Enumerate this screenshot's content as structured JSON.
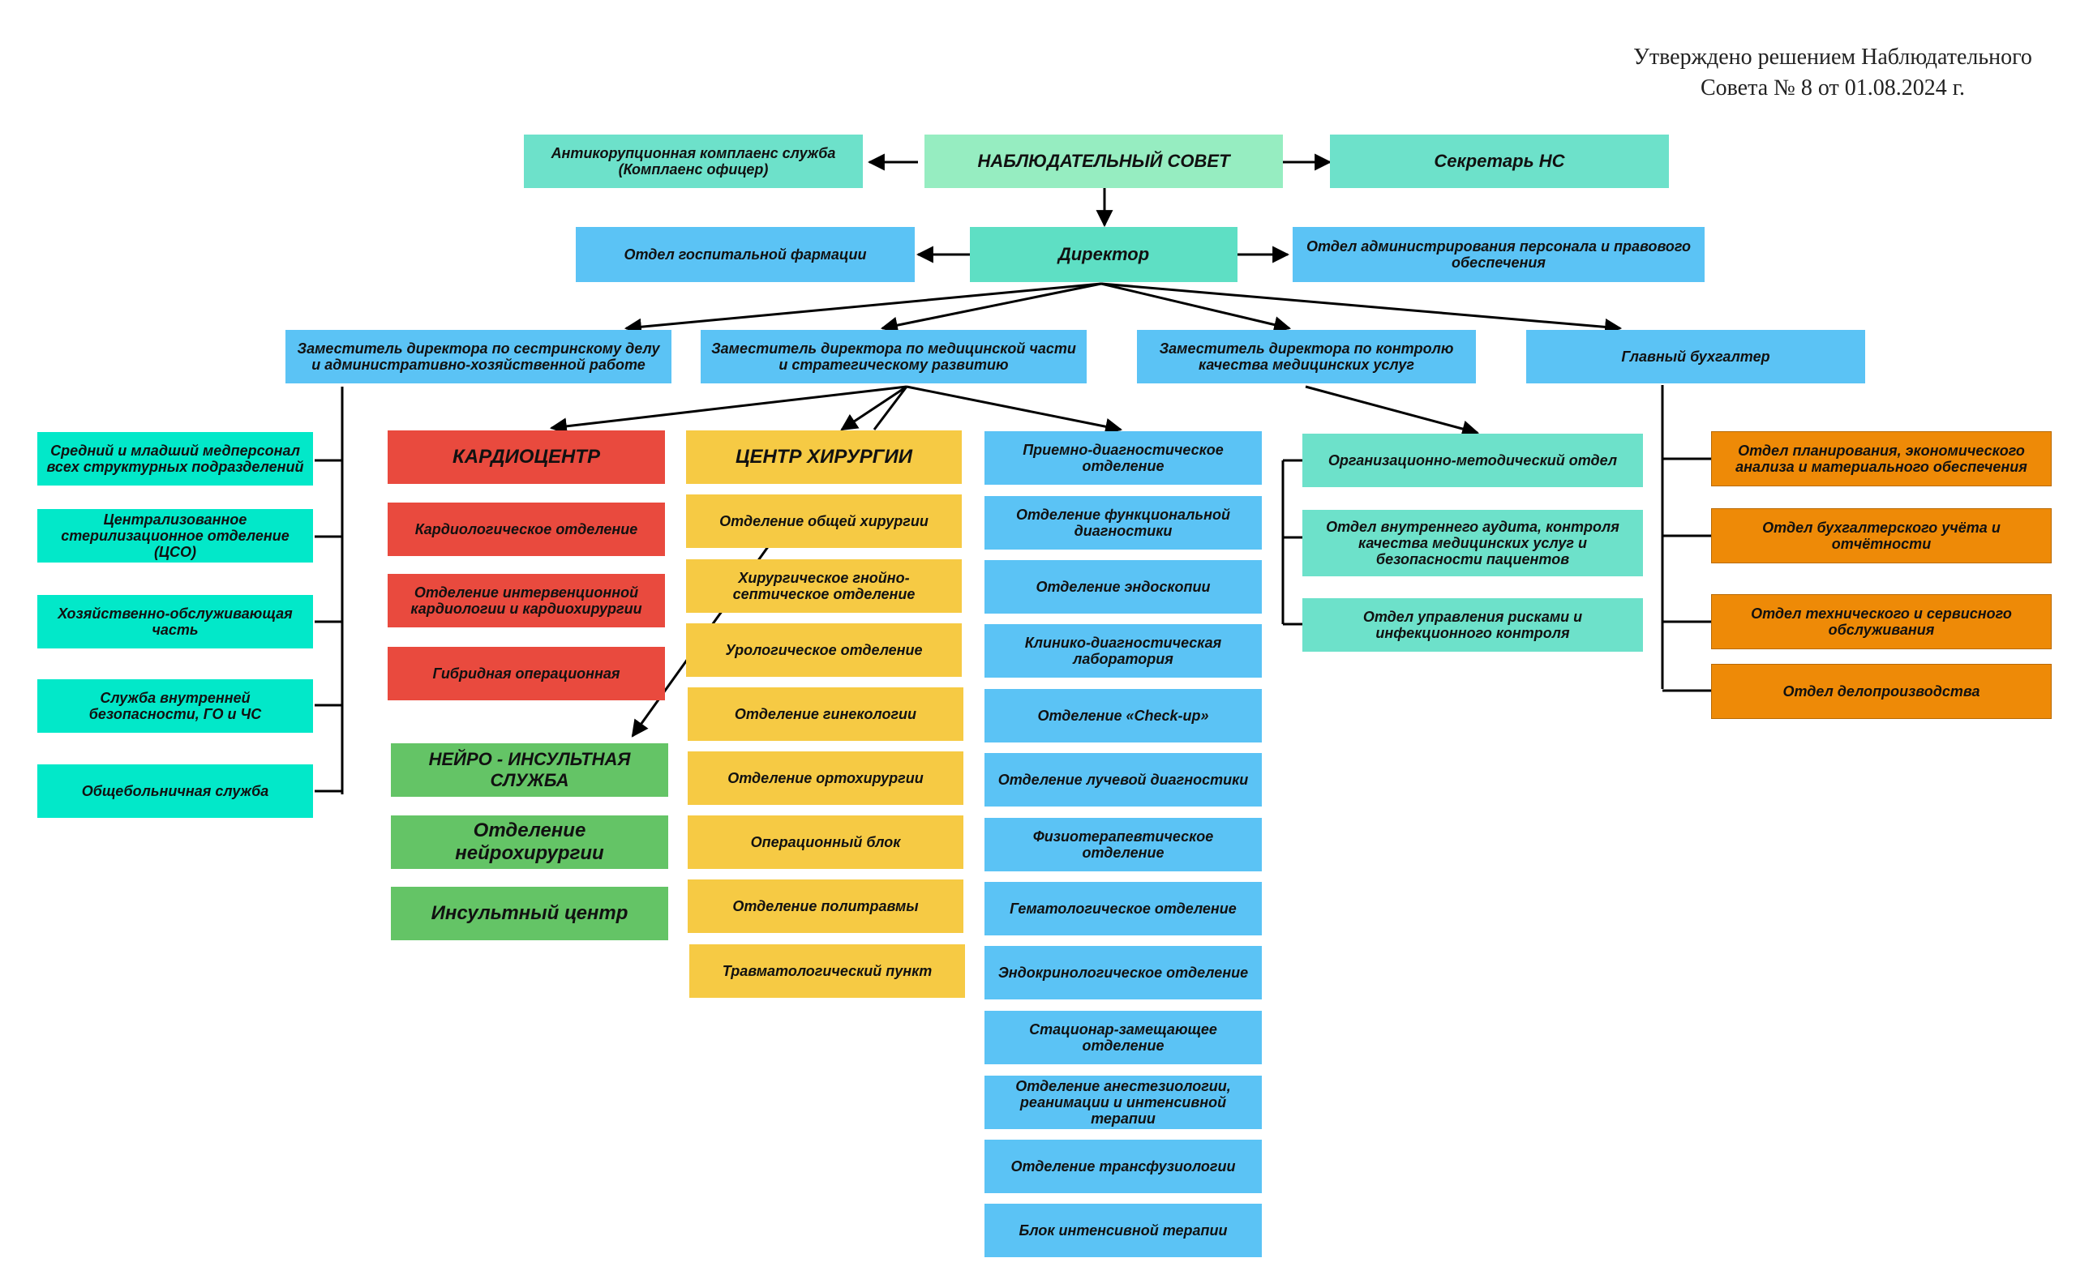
{
  "approval": {
    "line1": "Утверждено решением Наблюдательного",
    "line2": "Совета № 8 от 01.08.2024 г."
  },
  "top": {
    "council": "НАБЛЮДАТЕЛЬНЫЙ СОВЕТ",
    "anticorruption": "Антикорупционная комплаенс служба (Комплаенс офицер)",
    "secretary": "Секретарь НС"
  },
  "director_row": {
    "pharmacy": "Отдел госпитальной фармации",
    "director": "Директор",
    "hr": "Отдел администрирования персонала и правового обеспечения"
  },
  "deputies": {
    "nursing": "Заместитель директора по сестринскому делу и административно-хозяйственной работе",
    "medical": "Заместитель директора по медицинской части и стратегическому развитию",
    "quality": "Заместитель директора по контролю качества медицинских услуг",
    "accountant": "Главный бухгалтер"
  },
  "nursing_units": [
    "Средний и младший медперсонал всех структурных подразделений",
    "Централизованное стерилизационное отделение (ЦСО)",
    "Хозяйственно-обслуживающая часть",
    "Служба внутренней безопасности, ГО и ЧС",
    "Общебольничная служба"
  ],
  "cardio": {
    "title": "КАРДИОЦЕНТР",
    "units": [
      "Кардиологическое отделение",
      "Отделение интервенционной кардиологии и кардиохирургии",
      "Гибридная операционная"
    ]
  },
  "neuro": {
    "title": "НЕЙРО - ИНСУЛЬТНАЯ СЛУЖБА",
    "units": [
      "Отделение нейрохирургии",
      "Инсультный центр"
    ]
  },
  "surgery": {
    "title": "ЦЕНТР ХИРУРГИИ",
    "units": [
      "Отделение общей хирургии",
      "Хирургическое гнойно-септическое отделение",
      "Урологическое отделение",
      "Отделение гинекологии",
      "Отделение ортохирургии",
      "Операционный блок",
      "Отделение политравмы",
      "Травматологический пункт"
    ]
  },
  "medical_units": [
    "Приемно-диагностическое отделение",
    "Отделение функциональной диагностики",
    "Отделение эндоскопии",
    "Клинико-диагностическая лаборатория",
    "Отделение «Check-up»",
    "Отделение лучевой диагностики",
    "Физиотерапевтическое отделение",
    "Гематологическое отделение",
    "Эндокринологическое отделение",
    "Стационар-замещающее отделение",
    "Отделение анестезиологии, реанимации и интенсивной терапии",
    "Отделение трансфузиологии",
    "Блок интенсивной терапии"
  ],
  "quality_units": [
    "Организационно-методический отдел",
    "Отдел внутреннего аудита, контроля качества медицинских услуг и безопасности пациентов",
    "Отдел управления рисками и инфекционного контроля"
  ],
  "accounting_units": [
    "Отдел планирования, экономического анализа и материального обеспечения",
    "Отдел бухгалтерского учёта и отчётности",
    "Отдел технического и сервисного обслуживания",
    "Отдел делопроизводства"
  ],
  "colors": {
    "council": "#96EDC1",
    "director": "#5EDFC4",
    "deputy": "#5BC3F5",
    "nursing": "#02E8C9",
    "cardio": "#E94A3E",
    "surgery": "#F6CA44",
    "medical": "#5BC3F5",
    "neuro": "#64C466",
    "quality": "#6DE1CA",
    "accounting": "#EE8A07"
  }
}
